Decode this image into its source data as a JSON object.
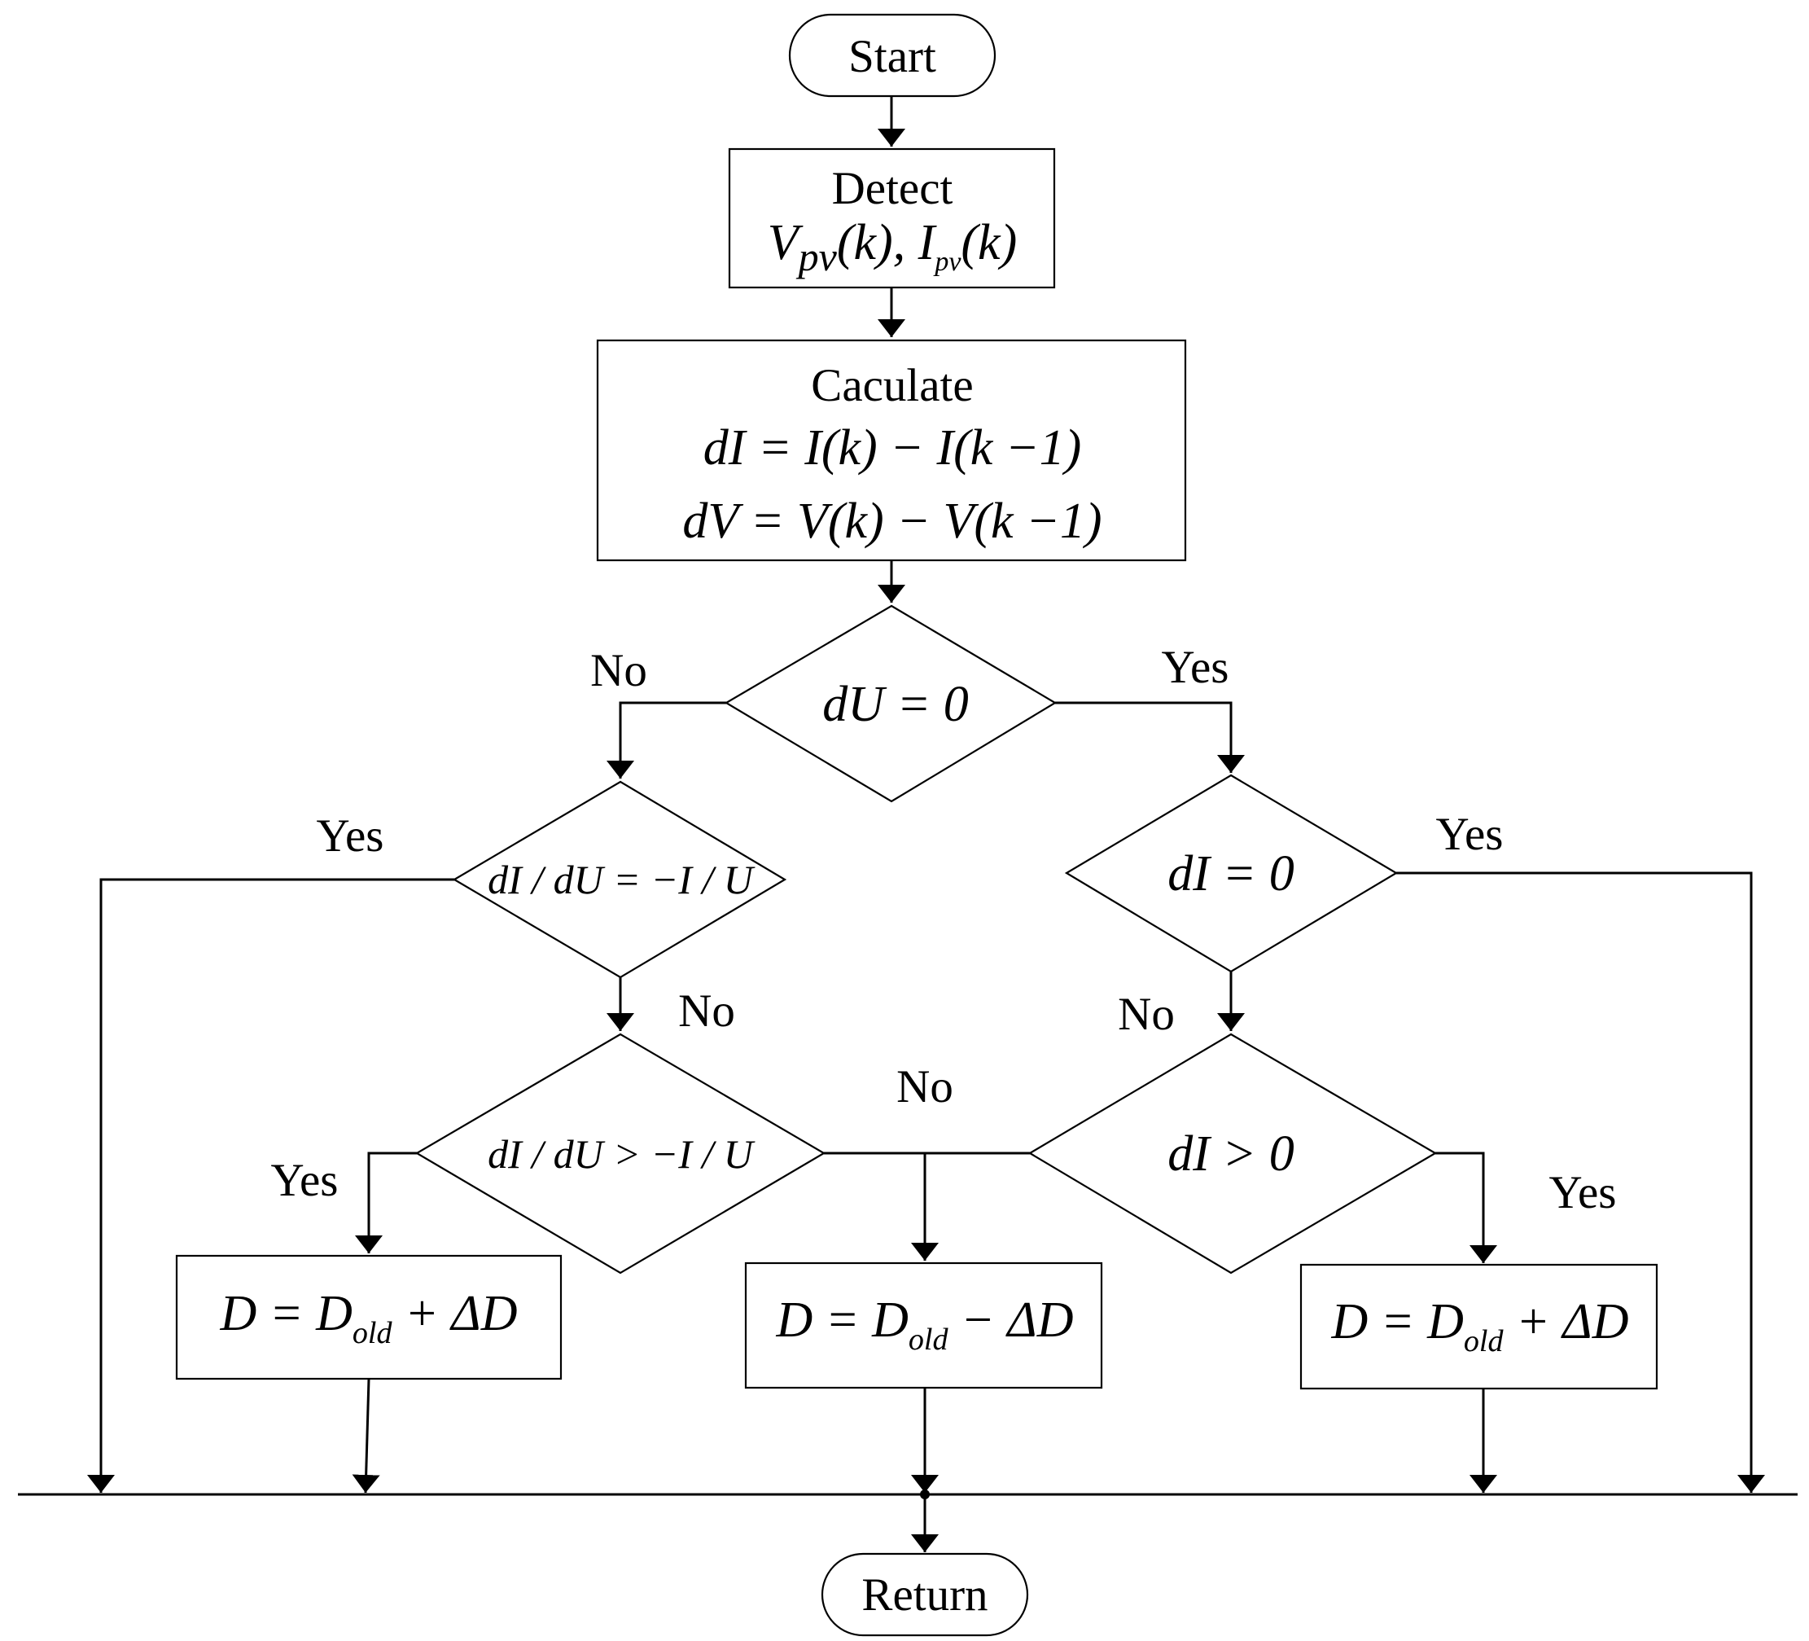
{
  "flowchart": {
    "start": "Start",
    "detect": {
      "title": "Detect",
      "expr": "V_pv(k), I_pv(k)"
    },
    "calculate": {
      "title": "Caculate",
      "line1": "dI = I(k) − I(k −1)",
      "line2": "dV = V(k) − V(k −1)"
    },
    "decision_du": "dU = 0",
    "decision_ratio_eq": "dI / dU = −I / U",
    "decision_di_zero": "dI = 0",
    "decision_ratio_gt": "dI / dU > −I / U",
    "decision_di_pos": "dI > 0",
    "action_left": "D = D_old + ΔD",
    "action_mid": "D = D_old − ΔD",
    "action_right": "D = D_old + ΔD",
    "end": "Return",
    "labels": {
      "yes": "Yes",
      "no": "No"
    }
  }
}
